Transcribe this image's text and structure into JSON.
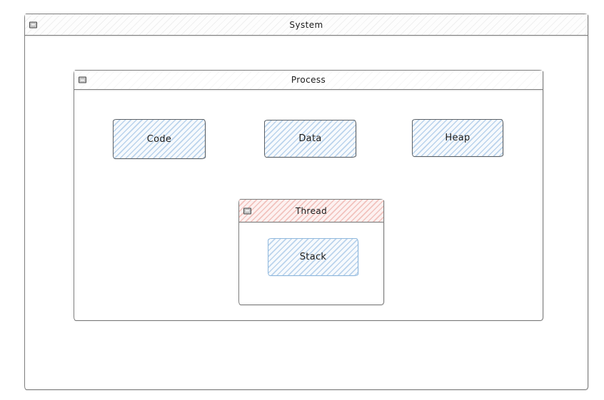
{
  "system": {
    "title": "System"
  },
  "process": {
    "title": "Process",
    "boxes": [
      {
        "label": "Code"
      },
      {
        "label": "Data"
      },
      {
        "label": "Heap"
      }
    ]
  },
  "thread": {
    "title": "Thread",
    "boxes": [
      {
        "label": "Stack"
      }
    ]
  },
  "icons": {
    "titlebar_glyph": "window-control-icon"
  },
  "colors": {
    "text_color": "#1b1b1b",
    "window_border": "#7d7d7d",
    "gray_hatch": "rgba(0,0,0,0.055)",
    "thread_titlebar_bg": "#fdf1f0",
    "thread_hatch": "rgba(224,123,113,0.40)",
    "mem_fill_bg": "#f7fafd",
    "mem_hatch": "rgba(126,173,220,0.50)",
    "mem_border": "#5b6167",
    "stack_border": "#8fb8dd"
  }
}
